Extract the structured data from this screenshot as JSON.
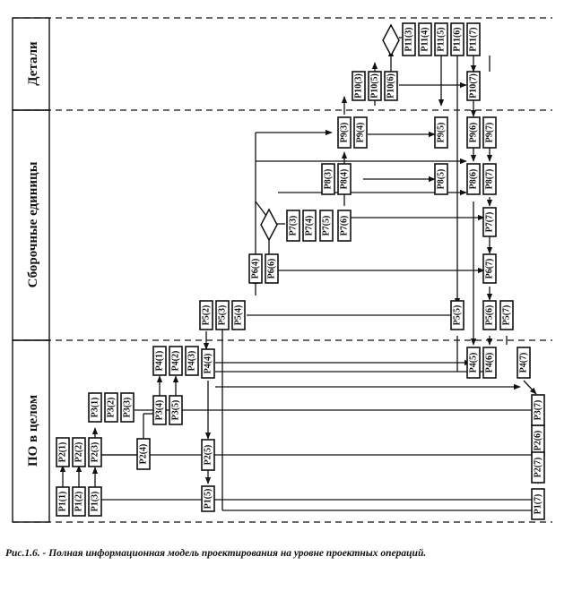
{
  "bands": [
    "Детали",
    "Сборочные единицы",
    "ПО в целом"
  ],
  "operations": [
    {
      "id": "op-p1-1",
      "label": "P1(1)"
    },
    {
      "id": "op-p1-2",
      "label": "P1(2)"
    },
    {
      "id": "op-p1-3",
      "label": "P1(3)"
    },
    {
      "id": "op-p1-5",
      "label": "P1(5)"
    },
    {
      "id": "op-p1-7",
      "label": "P1(7)"
    },
    {
      "id": "op-p2-1",
      "label": "P2(1)"
    },
    {
      "id": "op-p2-2",
      "label": "P2(2)"
    },
    {
      "id": "op-p2-3",
      "label": "P2(3)"
    },
    {
      "id": "op-p2-4",
      "label": "P2(4)"
    },
    {
      "id": "op-p2-5",
      "label": "P2(5)"
    },
    {
      "id": "op-p2-6",
      "label": "P2(6)"
    },
    {
      "id": "op-p2-7",
      "label": "P2(7)"
    },
    {
      "id": "op-p3-1",
      "label": "P3(1)"
    },
    {
      "id": "op-p3-2",
      "label": "P3(2)"
    },
    {
      "id": "op-p3-3",
      "label": "P3(3)"
    },
    {
      "id": "op-p3-4",
      "label": "P3(4)"
    },
    {
      "id": "op-p3-5",
      "label": "P3(5)"
    },
    {
      "id": "op-p3-7",
      "label": "P3(7)"
    },
    {
      "id": "op-p4-1",
      "label": "P4(1)"
    },
    {
      "id": "op-p4-2",
      "label": "P4(2)"
    },
    {
      "id": "op-p4-3",
      "label": "P4(3)"
    },
    {
      "id": "op-p4-4",
      "label": "P4(4)"
    },
    {
      "id": "op-p4-5",
      "label": "P4(5)"
    },
    {
      "id": "op-p4-6",
      "label": "P4(6)"
    },
    {
      "id": "op-p4-7",
      "label": "P4(7)"
    },
    {
      "id": "op-p5-2",
      "label": "P5(2)"
    },
    {
      "id": "op-p5-3",
      "label": "P5(3)"
    },
    {
      "id": "op-p5-4",
      "label": "P5(4)"
    },
    {
      "id": "op-p5-5",
      "label": "P5(5)"
    },
    {
      "id": "op-p5-6",
      "label": "P5(6)"
    },
    {
      "id": "op-p5-7",
      "label": "P5(7)"
    },
    {
      "id": "op-p6-4",
      "label": "P6(4)"
    },
    {
      "id": "op-p6-6",
      "label": "P6(6)"
    },
    {
      "id": "op-p6-7",
      "label": "P6(7)"
    },
    {
      "id": "op-p7-3",
      "label": "P7(3)"
    },
    {
      "id": "op-p7-4",
      "label": "P7(4)"
    },
    {
      "id": "op-p7-5",
      "label": "P7(5)"
    },
    {
      "id": "op-p7-6",
      "label": "P7(6)"
    },
    {
      "id": "op-p7-7",
      "label": "P7(7)"
    },
    {
      "id": "op-p8-3",
      "label": "P8(3)"
    },
    {
      "id": "op-p8-4",
      "label": "P8(4)"
    },
    {
      "id": "op-p8-5",
      "label": "P8(5)"
    },
    {
      "id": "op-p8-6",
      "label": "P8(6)"
    },
    {
      "id": "op-p8-7",
      "label": "P8(7)"
    },
    {
      "id": "op-p9-3",
      "label": "P9(3)"
    },
    {
      "id": "op-p9-4",
      "label": "P9(4)"
    },
    {
      "id": "op-p9-5",
      "label": "P9(5)"
    },
    {
      "id": "op-p9-6",
      "label": "P9(6)"
    },
    {
      "id": "op-p9-7",
      "label": "P9(7)"
    },
    {
      "id": "op-p10-3",
      "label": "P10(3)"
    },
    {
      "id": "op-p10-5",
      "label": "P10(5)"
    },
    {
      "id": "op-p10-6",
      "label": "P10(6)"
    },
    {
      "id": "op-p10-7",
      "label": "P10(7)"
    },
    {
      "id": "op-p11-3",
      "label": "P11(3)"
    },
    {
      "id": "op-p11-4",
      "label": "P11(4)"
    },
    {
      "id": "op-p11-5",
      "label": "P11(5)"
    },
    {
      "id": "op-p11-6",
      "label": "P11(6)"
    },
    {
      "id": "op-p11-7",
      "label": "P11(7)"
    }
  ],
  "caption": "Рис.1.6. - Полная информационная модель проектирования на уровне проектных операций."
}
